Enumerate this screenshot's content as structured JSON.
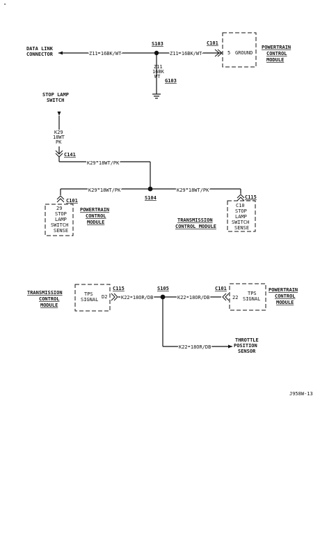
{
  "top_mark": "-",
  "diagram1": {
    "data_link": [
      "DATA LINK",
      "CONNECTOR"
    ],
    "wire_left": "Z11 16BK/WT",
    "splice": "S103",
    "wire_right": "Z11 16BK/WT",
    "connector": "C101",
    "pin": "5",
    "pin_label": "GROUND",
    "module": [
      "POWERTRAIN",
      "CONTROL",
      "MODULE"
    ],
    "drop_wire": [
      "Z11",
      "16BK",
      "WT"
    ],
    "ground": "G103"
  },
  "diagram2": {
    "switch": [
      "STOP LAMP",
      "SWITCH"
    ],
    "top_wire": [
      "K29",
      "18WT",
      "PK"
    ],
    "connector_top": "C141",
    "wire_horiz": "K29 18WT/PK",
    "wire_left": "K29 18WT/PK",
    "wire_right": "K29 18WT/PK",
    "splice": "S104",
    "left_connector": "C101",
    "left_pin": "29",
    "left_pin_label": [
      "STOP",
      "LAMP",
      "SWITCH",
      "SENSE"
    ],
    "left_module": [
      "POWERTRAIN",
      "CONTROL",
      "MODULE"
    ],
    "right_connector": "C115",
    "right_pin": "C10",
    "right_pin_label": [
      "STOP",
      "LAMP",
      "SWITCH",
      "SENSE"
    ],
    "right_module": [
      "TRANSMISSION",
      "CONTROL MODULE"
    ]
  },
  "diagram3": {
    "left_module": [
      "TRANSMISSION",
      "CONTROL",
      "MODULE"
    ],
    "left_box_label": [
      "TPS",
      "SIGNAL"
    ],
    "left_pin": "D2",
    "left_connector": "C115",
    "wire_left": "K22 18OR/DB",
    "splice": "S105",
    "wire_right": "K22 18OR/DB",
    "right_connector": "C101",
    "right_pin": "22",
    "right_box_label": [
      "TPS",
      "SIGNAL"
    ],
    "right_module": [
      "POWERTRAIN",
      "CONTROL",
      "MODULE"
    ],
    "wire_bottom": "K22 18OR/DB",
    "sensor": [
      "THROTTLE",
      "POSITION",
      "SENSOR"
    ]
  },
  "figure_id": "J958W-13"
}
